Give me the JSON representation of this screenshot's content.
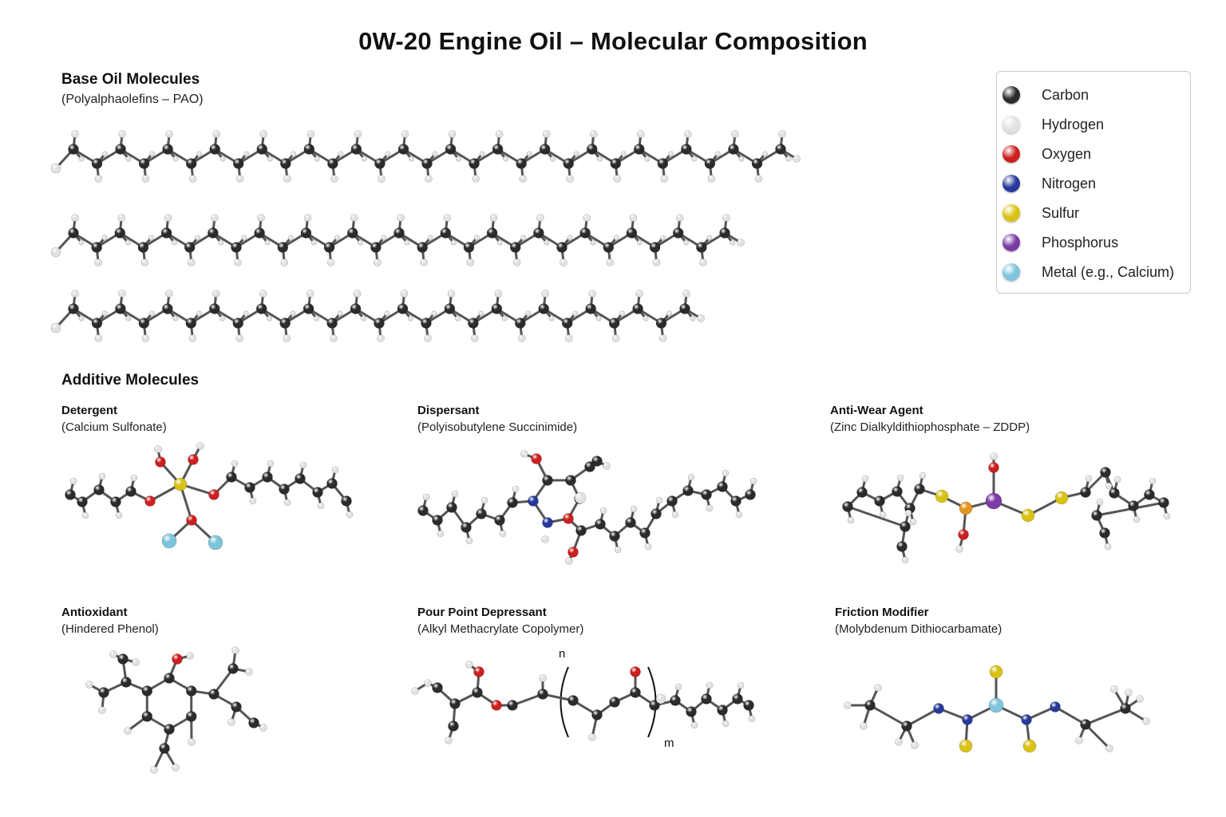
{
  "title": "0W-20 Engine Oil – Molecular Composition",
  "base_oil": {
    "heading": "Base Oil Molecules",
    "subheading": "(Polyalphaolefins – PAO)"
  },
  "additives": {
    "heading": "Additive Molecules",
    "items": [
      {
        "name": "Detergent",
        "desc": "(Calcium Sulfonate)"
      },
      {
        "name": "Dispersant",
        "desc": "(Polyisobutylene Succinimide)"
      },
      {
        "name": "Anti-Wear Agent",
        "desc": "(Zinc Dialkyldithiophosphate – ZDDP)"
      },
      {
        "name": "Antioxidant",
        "desc": "(Hindered Phenol)"
      },
      {
        "name": "Pour Point Depressant",
        "desc": "(Alkyl Methacrylate Copolymer)"
      },
      {
        "name": "Friction Modifier",
        "desc": "(Molybdenum Dithiocarbamate)"
      }
    ],
    "polymer_labels": {
      "n": "n",
      "m": "m"
    }
  },
  "legend": {
    "items": [
      {
        "label": "Carbon",
        "color": "#2b2b2b"
      },
      {
        "label": "Hydrogen",
        "color": "#e2e2e2"
      },
      {
        "label": "Oxygen",
        "color": "#cc1f1f"
      },
      {
        "label": "Nitrogen",
        "color": "#27399a"
      },
      {
        "label": "Sulfur",
        "color": "#d9c214"
      },
      {
        "label": "Phosphorus",
        "color": "#7b3aa6"
      },
      {
        "label": "Metal (e.g., Calcium)",
        "color": "#7ec4dc"
      }
    ]
  },
  "atom_colors": {
    "C": "#2b2b2b",
    "H": "#e2e2e2",
    "O": "#cc1f1f",
    "N": "#27399a",
    "S": "#d9c214",
    "P": "#7b3aa6",
    "M": "#7ec4dc",
    "Zn": "#e0961f"
  }
}
